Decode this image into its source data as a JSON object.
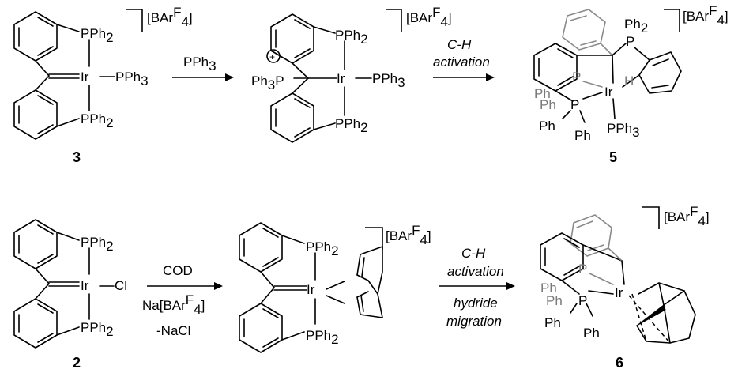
{
  "counterion": {
    "base": "[BAr",
    "sup": "F",
    "sub": "4",
    "close": "]"
  },
  "labels": {
    "PPh2": "PPh",
    "Ph2": "Ph",
    "sub2": "2",
    "sub3": "3",
    "PPh3": "PPh",
    "Ph3": "Ph",
    "Ir": "Ir",
    "P": "P",
    "Ph": "Ph",
    "H": "H",
    "Cl": "Cl",
    "plus": "+"
  },
  "compounds": {
    "c3": "3",
    "c5": "5",
    "c2": "2",
    "c6": "6"
  },
  "arrows": {
    "a1": {
      "above": "PPh",
      "above_sub": "3"
    },
    "a2": {
      "above1": "C-H",
      "above2": "activation"
    },
    "a3": {
      "above": "COD",
      "below1_base": "Na[BAr",
      "below1_sup": "F",
      "below1_sub": "4",
      "below1_close": "]",
      "below2": "-NaCl"
    },
    "a4": {
      "above1": "C-H",
      "above2": "activation",
      "below1": "hydride",
      "below2": "migration"
    }
  }
}
